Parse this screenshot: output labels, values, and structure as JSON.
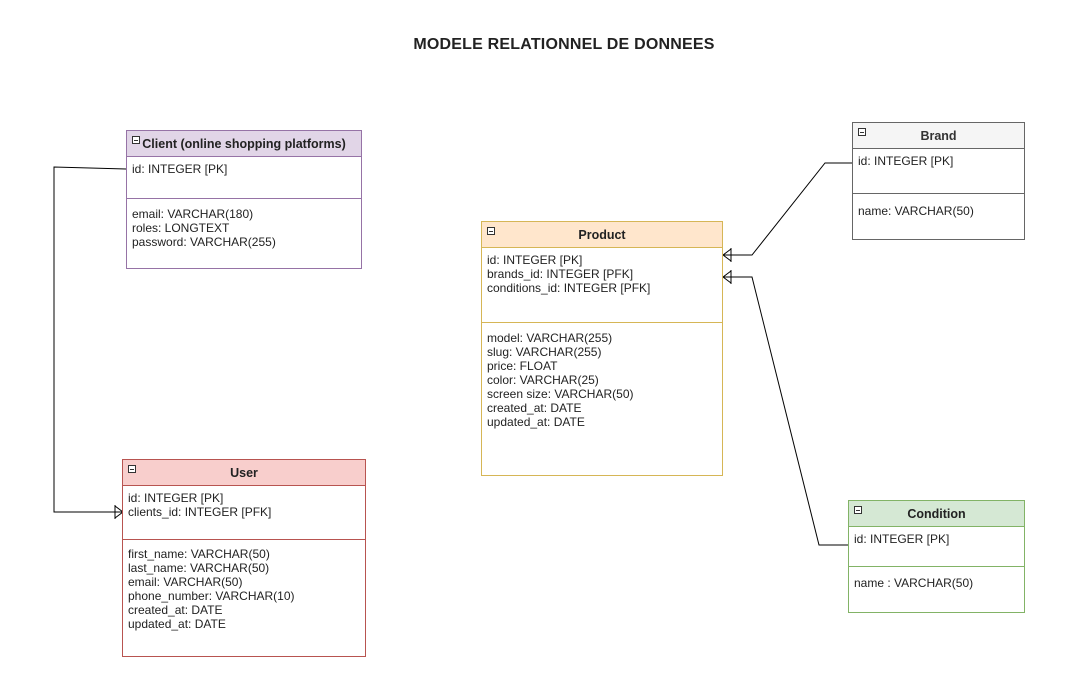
{
  "title": "MODELE RELATIONNEL DE DONNEES",
  "colors": {
    "client_border": "#9673a6",
    "client_fill": "#e1d5e7",
    "user_border": "#b85450",
    "user_fill": "#f8cecc",
    "product_border": "#d6b656",
    "product_fill": "#ffe6cc",
    "brand_border": "#666666",
    "brand_fill": "#f5f5f5",
    "condition_border": "#82b366",
    "condition_fill": "#d5e8d4"
  },
  "entities": {
    "client": {
      "name": "Client (online shopping platforms)",
      "keys": [
        "id: INTEGER [PK]"
      ],
      "fields": [
        "email: VARCHAR(180)",
        "roles: LONGTEXT",
        "password: VARCHAR(255)"
      ]
    },
    "user": {
      "name": "User",
      "keys": [
        "id: INTEGER [PK]",
        "clients_id: INTEGER [PFK]"
      ],
      "fields": [
        "first_name: VARCHAR(50)",
        "last_name: VARCHAR(50)",
        "email: VARCHAR(50)",
        "phone_number: VARCHAR(10)",
        "created_at: DATE",
        "updated_at: DATE"
      ]
    },
    "product": {
      "name": "Product",
      "keys": [
        "id: INTEGER [PK]",
        "brands_id: INTEGER [PFK]",
        "conditions_id: INTEGER [PFK]"
      ],
      "fields": [
        "model: VARCHAR(255)",
        "slug: VARCHAR(255)",
        "price: FLOAT",
        "color: VARCHAR(25)",
        "screen size: VARCHAR(50)",
        "created_at: DATE",
        "updated_at: DATE"
      ]
    },
    "brand": {
      "name": "Brand",
      "keys": [
        "id: INTEGER [PK]"
      ],
      "fields": [
        "name: VARCHAR(50)"
      ]
    },
    "condition": {
      "name": "Condition",
      "keys": [
        "id: INTEGER [PK]"
      ],
      "fields": [
        "name : VARCHAR(50)"
      ]
    }
  }
}
